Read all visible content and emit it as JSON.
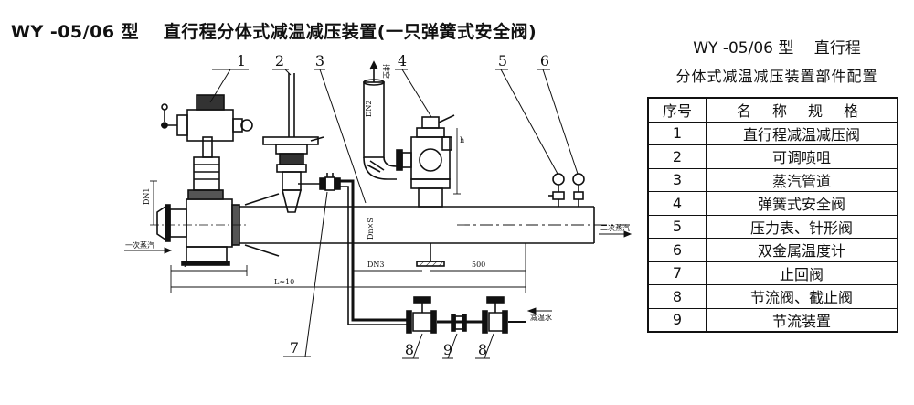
{
  "title": "WY -05/06 型　 直行程分体式减温减压装置(一只弹簧式安全阀)",
  "parts_table": {
    "heading_line1": "WY -05/06 型　 直行程",
    "heading_line2": "分体式减温减压装置部件配置",
    "col_no": "序号",
    "col_name": "名 称 规 格",
    "rows": [
      {
        "no": "1",
        "name": "直行程减温减压阀"
      },
      {
        "no": "2",
        "name": "可调喷咀"
      },
      {
        "no": "3",
        "name": "蒸汽管道"
      },
      {
        "no": "4",
        "name": "弹簧式安全阀"
      },
      {
        "no": "5",
        "name": "压力表、针形阀"
      },
      {
        "no": "6",
        "name": "双金属温度计"
      },
      {
        "no": "7",
        "name": "止回阀"
      },
      {
        "no": "8",
        "name": "节流阀、截止阀"
      },
      {
        "no": "9",
        "name": "节流装置"
      }
    ]
  },
  "diagram": {
    "callouts": [
      "1",
      "2",
      "3",
      "4",
      "5",
      "6",
      "7",
      "8",
      "9",
      "8"
    ],
    "labels": {
      "dn1": "DN1",
      "dn2": "DN2",
      "dn3": "DN3",
      "dn_s": "Dn×S",
      "vent": "排空",
      "primary_steam": "一次蒸汽",
      "secondary_steam": "二次蒸汽",
      "desuperheating_water": "减温水",
      "dim_l": "L≈10",
      "dim_1": "1",
      "dim_500": "500",
      "dim_h": "h"
    }
  }
}
